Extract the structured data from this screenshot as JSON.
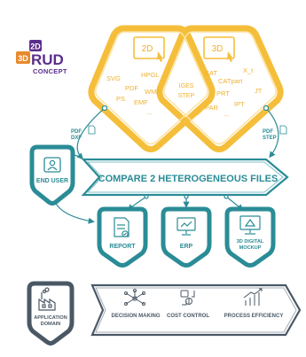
{
  "logo": {
    "mark_2d": "2D",
    "mark_3d": "3D",
    "mark_rud": "RUD",
    "concept": "CONCEPT"
  },
  "formats_2d": {
    "heading": "2D",
    "items": [
      "SVG",
      "HPGL",
      "PDF",
      "WMF",
      "PS",
      "EMF",
      "..."
    ]
  },
  "formats_shared": {
    "items": [
      "IGES",
      "STEP"
    ]
  },
  "formats_3d": {
    "heading": "3D",
    "items": [
      "X_t",
      "SAT",
      "CATpart",
      "PRT",
      "JT",
      "PAR",
      "IPT",
      "..."
    ]
  },
  "left_arrow_label": [
    "PDF",
    "DXF"
  ],
  "right_arrow_label": [
    "PDF",
    "STEP"
  ],
  "end_user_label": "END USER",
  "compare_label": "COMPARE 2 HETEROGENEOUS FILES",
  "outputs": [
    {
      "label": "REPORT",
      "icon": "report-icon"
    },
    {
      "label": "ERP",
      "icon": "erp-monitor-icon"
    },
    {
      "label": "3D DIGITAL MOCKUP",
      "label_lines": [
        "3D DIGITAL",
        "MOCKUP"
      ],
      "icon": "mockup-icon"
    }
  ],
  "application_domain": {
    "label_lines": [
      "APPLICATION",
      "DOMAIN"
    ],
    "icon": "factory-icon"
  },
  "domains": [
    {
      "label": "DECISION MAKING",
      "icon": "network-icon"
    },
    {
      "label": "COST CONTROL",
      "icon": "cost-icon"
    },
    {
      "label": "PROCESS EFFICIENCY",
      "icon": "growth-icon"
    }
  ],
  "colors": {
    "yellow": "#F7C243",
    "yellow_light": "#FBD77A",
    "teal": "#2A8C96",
    "teal_dark": "#1F6F78",
    "slate": "#4A5865",
    "purple": "#5B2E8C",
    "orange": "#E8892A"
  }
}
